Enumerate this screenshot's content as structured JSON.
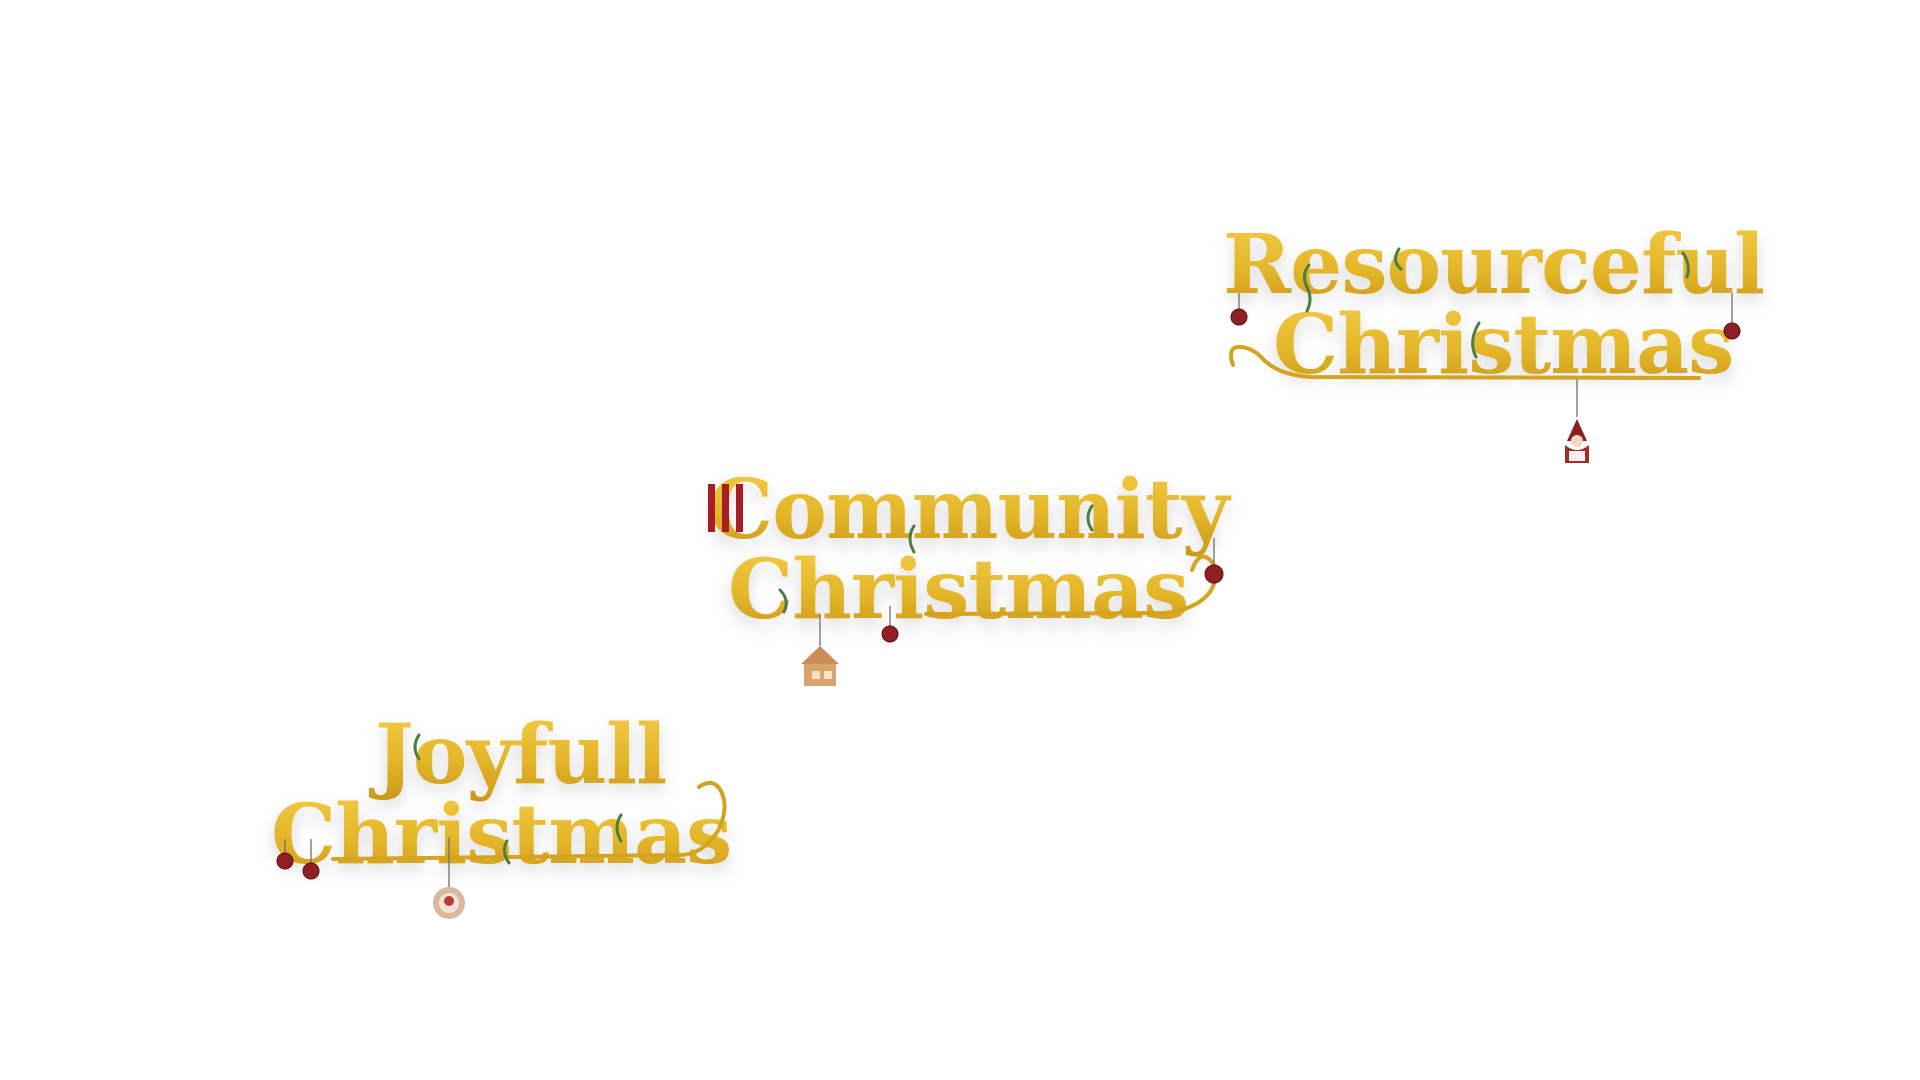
{
  "colors": {
    "background": "#ffffff",
    "gold": "#e4b629",
    "gold_dark": "#c9961a",
    "bauble_red": "#8f1f22",
    "leaf_green": "#4d7d43",
    "thread_gray": "#6f6f6f"
  },
  "titles": [
    {
      "line1": "Joyfull",
      "line2": "Christmas",
      "icons": [
        "bauble-icon",
        "bauble-icon",
        "santa-wreath-ornament-icon",
        "holly-leaf-icon"
      ]
    },
    {
      "line1": "Community",
      "line2": "Christmas",
      "icons": [
        "bauble-icon",
        "bauble-icon",
        "gingerbread-house-ornament-icon",
        "holly-leaf-icon"
      ]
    },
    {
      "line1": "Resourceful",
      "line2": "Christmas",
      "icons": [
        "bauble-icon",
        "bauble-icon",
        "santa-ornament-icon",
        "holly-leaf-icon"
      ]
    }
  ]
}
